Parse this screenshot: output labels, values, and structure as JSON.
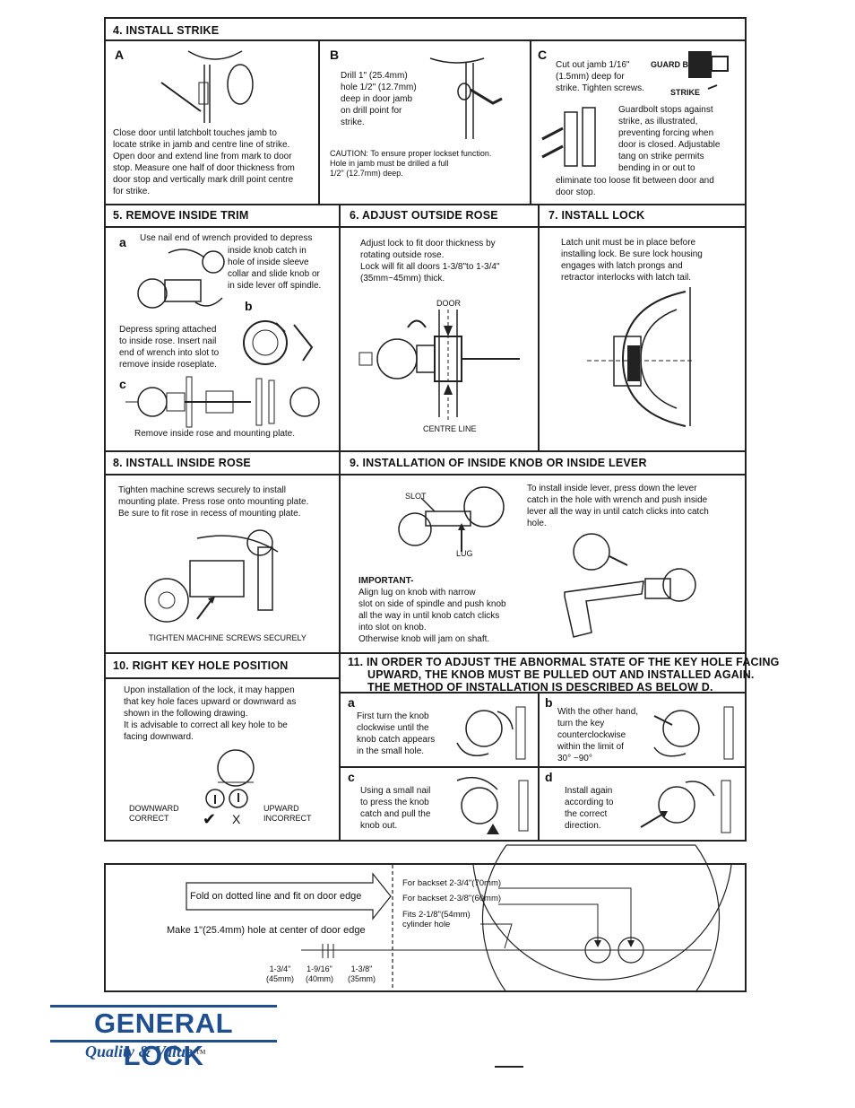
{
  "steps": {
    "s4": {
      "title": "4. INSTALL STRIKE",
      "a": {
        "letter": "A",
        "text": "Close door until latchbolt touches jamb to\nlocate strike in jamb and centre line of strike.\nOpen door and extend line from mark to door\nstop. Measure one half of door thickness from\ndoor stop and vertically mark drill point centre\nfor strike."
      },
      "b": {
        "letter": "B",
        "text": "Drill 1\" (25.4mm)\nhole 1/2\" (12.7mm)\ndeep in door jamb\non drill point for\nstrike.",
        "caution": "CAUTION: To ensure proper lockset function.\n                Hole in jamb must be drilled a full\n                1/2\" (12.7mm) deep."
      },
      "c": {
        "letter": "C",
        "text1": "Cut out jamb 1/16\"\n(1.5mm) deep for\nstrike. Tighten screws.",
        "guardbolt": "GUARD BOLT",
        "strike": "STRIKE",
        "text2": "Guardbolt stops against\nstrike, as illustrated,\npreventing forcing when\ndoor is closed. Adjustable\ntang on strike permits\nbending in or out to",
        "text3": "eliminate too loose fit between door and\ndoor stop."
      }
    },
    "s5": {
      "title": "5. REMOVE INSIDE TRIM",
      "a_letter": "a",
      "a_text1": "Use nail end of wrench provided to depress",
      "a_text2": "inside knob catch in\nhole of inside sleeve\ncollar and slide knob or\nin side lever off spindle.",
      "b_letter": "b",
      "b_text": "Depress spring attached\nto inside rose. Insert nail\nend of wrench into slot to\nremove inside roseplate.",
      "c_letter": "c",
      "c_text": "Remove inside rose and mounting plate."
    },
    "s6": {
      "title": "6. ADJUST OUTSIDE ROSE",
      "text": "Adjust lock to fit door thickness by\nrotating outside rose.\nLock will fit all doors 1-3/8\"to 1-3/4\"\n(35mm~45mm) thick.",
      "door": "DOOR",
      "centre": "CENTRE LINE"
    },
    "s7": {
      "title": "7. INSTALL LOCK",
      "text": "Latch unit must be in place before\ninstalling lock. Be sure lock housing\nengages with latch prongs and\nretractor interlocks with latch tail."
    },
    "s8": {
      "title": "8. INSTALL INSIDE ROSE",
      "text": "Tighten machine screws securely to install\nmounting plate. Press rose onto mounting plate.\nBe sure to fit rose in recess of mounting plate.",
      "caption": "TIGHTEN MACHINE SCREWS SECURELY"
    },
    "s9": {
      "title": "9. INSTALLATION OF INSIDE KNOB OR INSIDE LEVER",
      "slot": "SLOT",
      "lug": "LUG",
      "right_text": "To install inside lever, press down the lever\ncatch in the hole with wrench and push inside\nlever all the way in until catch clicks into catch\nhole.",
      "important_title": "IMPORTANT-",
      "important_text": "Align lug on knob with narrow\nslot on side of spindle and push knob\nall the way in until knob catch clicks\ninto slot on knob.\nOtherwise knob will jam on shaft."
    },
    "s10": {
      "title": "10. RIGHT KEY HOLE POSITION",
      "text": "Upon installation of the lock, it may happen\nthat key hole faces upward or downward as\nshown in the following drawing.\nIt is advisable to correct all key hole to be\nfacing downward.",
      "down": "DOWNWARD\nCORRECT",
      "up": "UPWARD\nINCORRECT",
      "check": "✔",
      "x": "X"
    },
    "s11": {
      "title": "11. IN ORDER TO ADJUST THE ABNORMAL STATE OF THE KEY HOLE FACING\n      UPWARD, THE KNOB MUST BE PULLED OUT AND INSTALLED AGAIN.\n      THE METHOD OF INSTALLATION IS DESCRIBED AS BELOW D.",
      "a": {
        "letter": "a",
        "text": "First turn the knob\nclockwise until the\nknob catch appears\nin the small hole."
      },
      "b": {
        "letter": "b",
        "text": "With the other hand,\nturn the key\ncounterclockwise\nwithin the limit of\n30° ~90°"
      },
      "c": {
        "letter": "c",
        "text": "Using a small nail\nto press the knob\ncatch and pull the\nknob out."
      },
      "d": {
        "letter": "d",
        "text": "Install again\naccording to\nthe correct\ndirection."
      }
    }
  },
  "template": {
    "fold_text": "Fold on dotted line and fit on door edge",
    "hole_text": "Make 1\"(25.4mm) hole at center of door edge",
    "backset1": "For backset 2-3/4\"(70mm)",
    "backset2": "For backset 2-3/8\"(60mm)",
    "fits": "Fits 2-1/8\"(54mm)\ncylinder hole",
    "dim1": "1-3/4\"\n(45mm)",
    "dim2": "1-9/16\"\n(40mm)",
    "dim3": "1-3/8\"\n(35mm)"
  },
  "brand": {
    "name": "GENERAL LOCK",
    "tagline": "Quality & Value",
    "tm": "™",
    "color": "#1f4f8f"
  }
}
